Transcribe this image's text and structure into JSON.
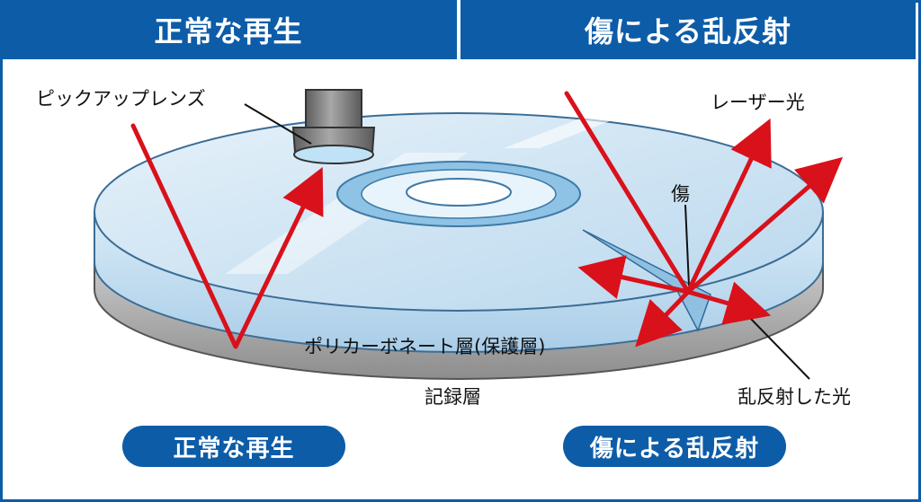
{
  "header": {
    "left_title": "正常な再生",
    "right_title": "傷による乱反射"
  },
  "labels": {
    "pickup_lens": "ピックアップレンズ",
    "laser_light": "レーザー光",
    "scratch": "傷",
    "polycarbonate_layer": "ポリカーボネート層(保護層)",
    "recording_layer": "記録層",
    "scattered_light": "乱反射した光"
  },
  "footer": {
    "left_pill": "正常な再生",
    "right_pill": "傷による乱反射"
  },
  "colors": {
    "brand_blue": "#0d5ca8",
    "laser_red": "#d9111b",
    "disc_light": "#cfe4f3",
    "recording_gray": "#b7b7b7"
  }
}
